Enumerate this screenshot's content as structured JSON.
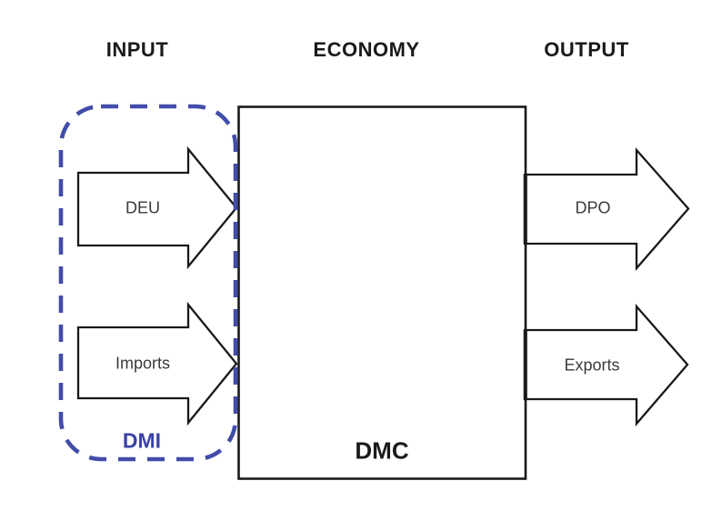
{
  "diagram": {
    "title_row": {
      "input": "INPUT",
      "economy": "ECONOMY",
      "output": "OUTPUT"
    },
    "input_group": {
      "label": "DMI",
      "arrows": [
        {
          "label": "DEU"
        },
        {
          "label": "Imports"
        }
      ]
    },
    "economy_box": {
      "label": "DMC"
    },
    "output_group": {
      "arrows": [
        {
          "label": "DPO"
        },
        {
          "label": "Exports"
        }
      ]
    },
    "colors": {
      "accent_blue": "#424CA9",
      "outline_black": "#1A1A1A",
      "arrow_label_text": "#3A3A3A",
      "background": "#FFFFFF"
    }
  }
}
